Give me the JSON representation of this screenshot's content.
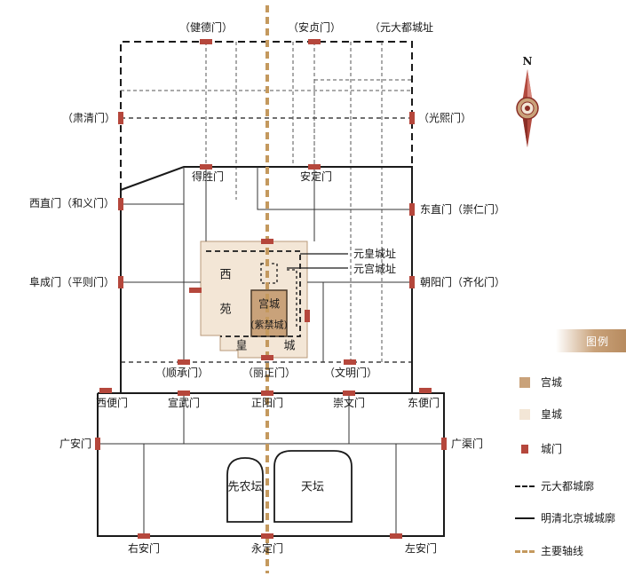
{
  "compass": {
    "north_label": "N"
  },
  "yuan_gates": {
    "jiande": "（健德门）",
    "anzhen": "（安贞门）",
    "yuan_dadu": "（元大都城址",
    "suqing": "（肃清门）",
    "guangxi": "（光熙门）"
  },
  "inner_gates": {
    "desheng": "得胜门",
    "anding": "安定门",
    "xizhi": "西直门（和义门）",
    "dongzhi": "东直门（崇仁门）",
    "fucheng": "阜成门（平则门）",
    "chaoyang": "朝阳门（齐化门）",
    "shuncheng": "（顺承门）",
    "lizheng": "（丽正门）",
    "wenming": "（文明门）"
  },
  "outer_gates": {
    "xibian": "西便门",
    "xuanwu": "宣武门",
    "zhengyang": "正阳门",
    "chongwen": "崇文门",
    "dongbian": "东便门",
    "guangan": "广安门",
    "guangqu": "广渠门",
    "youan": "右安门",
    "yongding": "永定门",
    "zuoan": "左安门"
  },
  "areas": {
    "xi": "西",
    "yuan": "苑",
    "huang": "皇",
    "cheng": "城",
    "gongcheng_1": "宫城",
    "gongcheng_2": "(紫禁城)",
    "xiannongtan": "先农坛",
    "tiantan": "天坛"
  },
  "annotations": {
    "yuan_huangcheng": "元皇城址",
    "yuan_gongcheng": "元宫城址"
  },
  "legend": {
    "title": "图例",
    "palace": "宫城",
    "imperial_city": "皇城",
    "gate": "城门",
    "yuan_wall": "元大都城廓",
    "ming_qing_wall": "明清北京城城廓",
    "axis": "主要轴线"
  },
  "colors": {
    "palace": "#c9a27a",
    "imperial_city": "#f3e6d6",
    "gate": "#b5473c",
    "axis": "#c4995e",
    "wall": "#1a1a1a",
    "compass": "#b24a3f"
  }
}
